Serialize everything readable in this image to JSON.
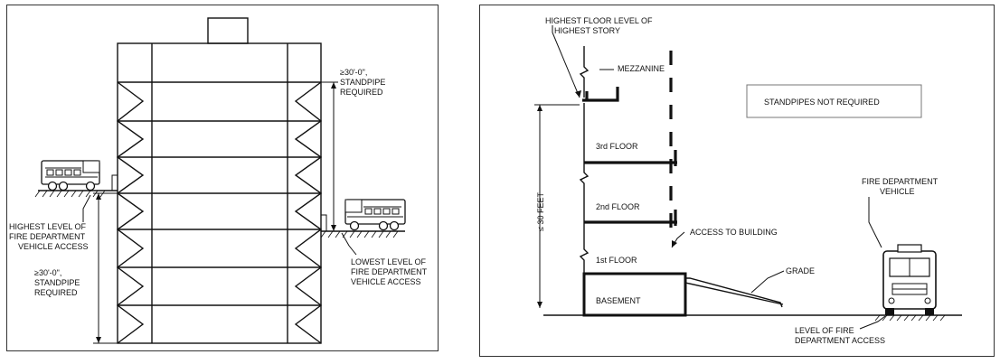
{
  "left": {
    "standpipe_top": [
      "≥30'-0\",",
      "STANDPIPE",
      "REQUIRED"
    ],
    "highest_access": [
      "HIGHEST LEVEL OF",
      "FIRE DEPARTMENT",
      "VEHICLE ACCESS"
    ],
    "standpipe_bottom": [
      "≥30'-0\",",
      "STANDPIPE",
      "REQUIRED"
    ],
    "lowest_access": [
      "LOWEST LEVEL OF",
      "FIRE DEPARTMENT",
      "VEHICLE ACCESS"
    ]
  },
  "right": {
    "highest_floor": [
      "HIGHEST FLOOR LEVEL OF",
      "HIGHEST STORY"
    ],
    "mezzanine": "MEZZANINE",
    "not_required": "STANDPIPES NOT REQUIRED",
    "floor3": "3rd FLOOR",
    "floor2": "2nd FLOOR",
    "floor1": "1st FLOOR",
    "basement": "BASEMENT",
    "height": "≤ 30 FEET",
    "access": "ACCESS TO BUILDING",
    "grade": "GRADE",
    "vehicle": [
      "FIRE DEPARTMENT",
      "VEHICLE"
    ],
    "level_access": [
      "LEVEL OF FIRE",
      "DEPARTMENT ACCESS"
    ]
  }
}
